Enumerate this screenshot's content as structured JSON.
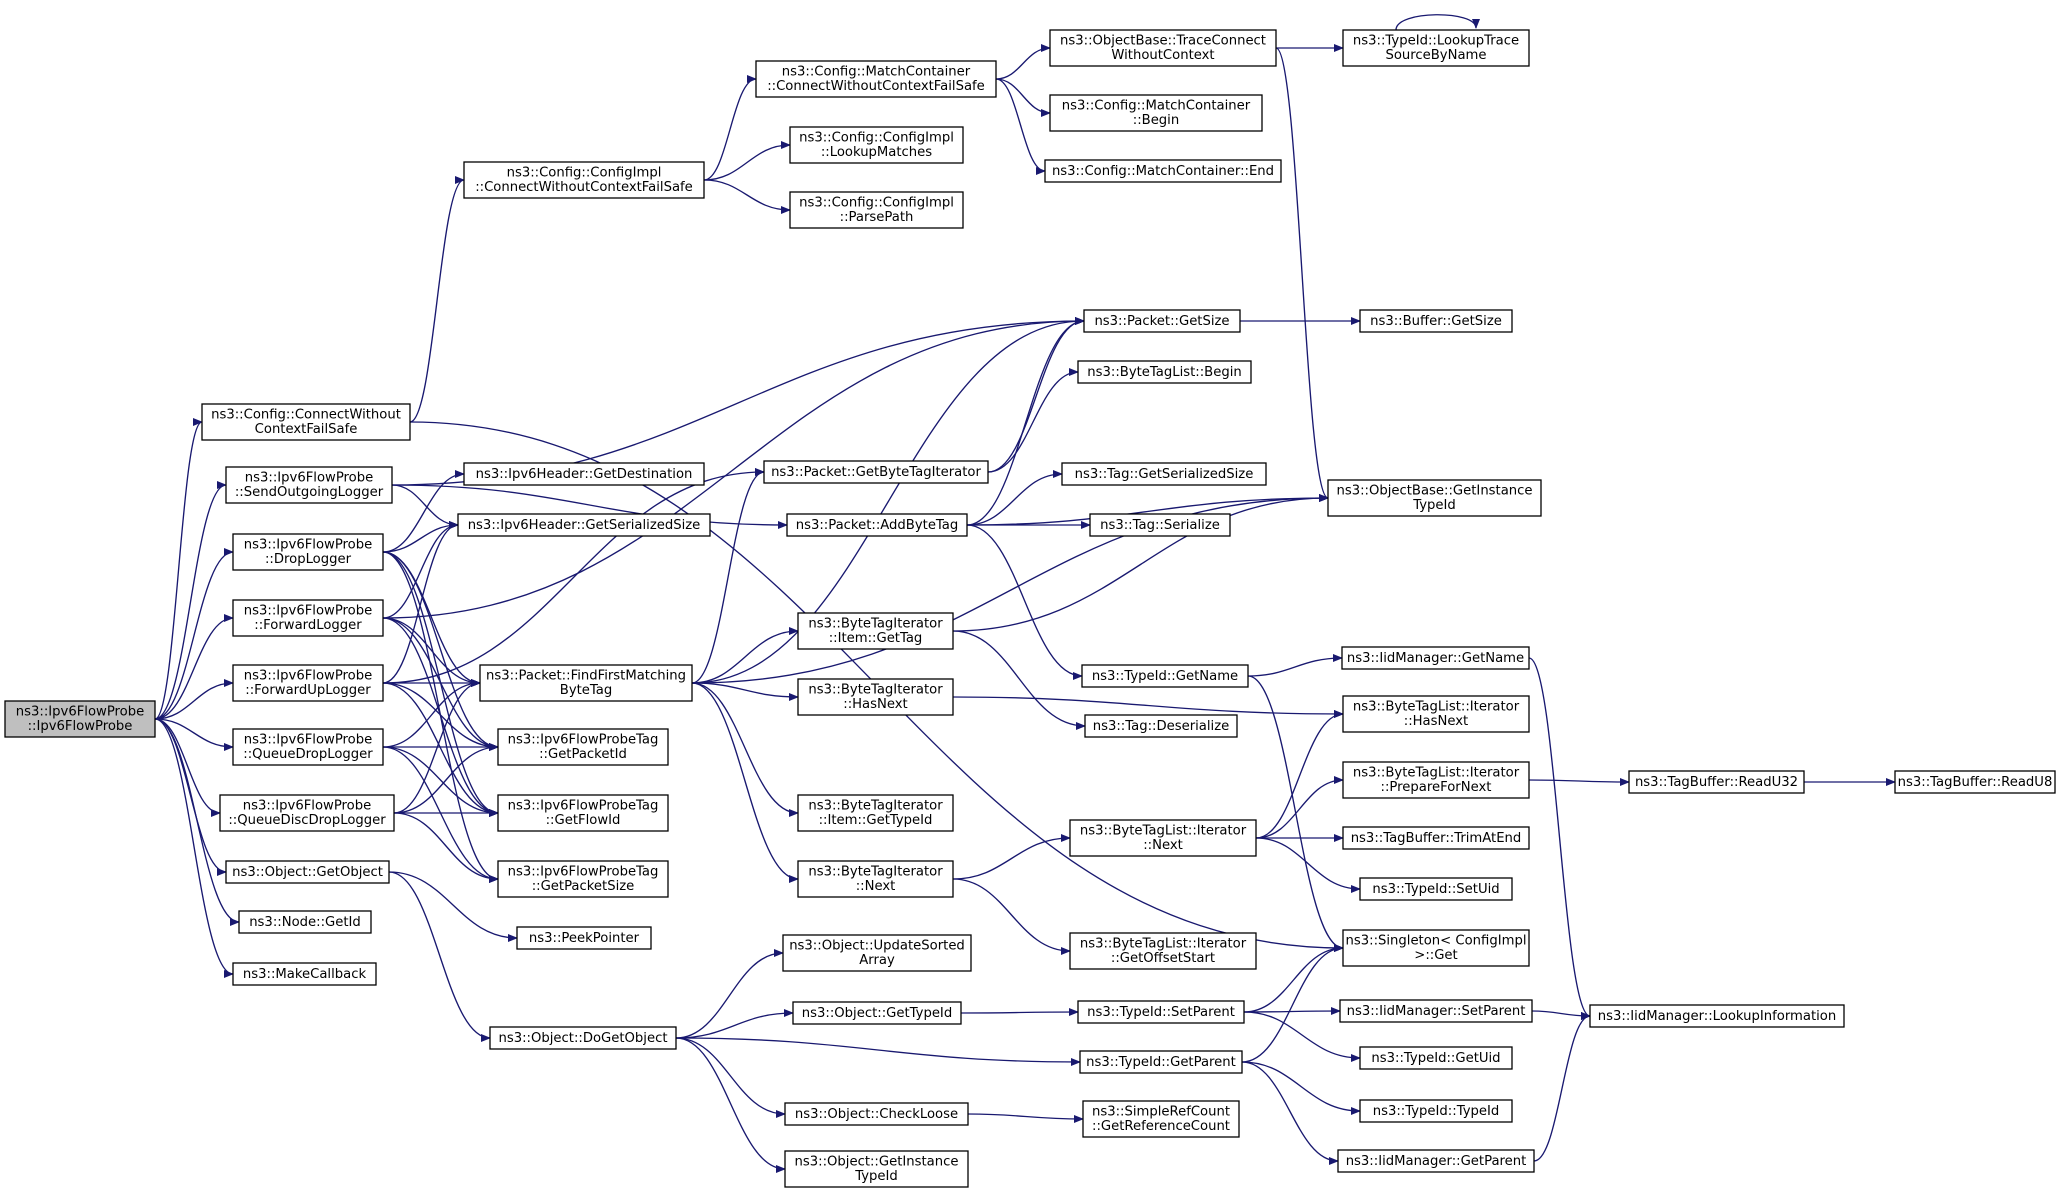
{
  "graph": {
    "nodes": [
      {
        "id": "root",
        "lines": [
          "ns3::Ipv6FlowProbe",
          "::Ipv6FlowProbe"
        ]
      },
      {
        "id": "cwcfs",
        "lines": [
          "ns3::Config::ConnectWithout",
          "ContextFailSafe"
        ]
      },
      {
        "id": "sol",
        "lines": [
          "ns3::Ipv6FlowProbe",
          "::SendOutgoingLogger"
        ]
      },
      {
        "id": "drop",
        "lines": [
          "ns3::Ipv6FlowProbe",
          "::DropLogger"
        ]
      },
      {
        "id": "fwd",
        "lines": [
          "ns3::Ipv6FlowProbe",
          "::ForwardLogger"
        ]
      },
      {
        "id": "fwdup",
        "lines": [
          "ns3::Ipv6FlowProbe",
          "::ForwardUpLogger"
        ]
      },
      {
        "id": "qdrop",
        "lines": [
          "ns3::Ipv6FlowProbe",
          "::QueueDropLogger"
        ]
      },
      {
        "id": "qddrop",
        "lines": [
          "ns3::Ipv6FlowProbe",
          "::QueueDiscDropLogger"
        ]
      },
      {
        "id": "getobj",
        "lines": [
          "ns3::Object::GetObject"
        ]
      },
      {
        "id": "nodegetid",
        "lines": [
          "ns3::Node::GetId"
        ]
      },
      {
        "id": "makecb",
        "lines": [
          "ns3::MakeCallback"
        ]
      },
      {
        "id": "cicwcfs",
        "lines": [
          "ns3::Config::ConfigImpl",
          "::ConnectWithoutContextFailSafe"
        ]
      },
      {
        "id": "mccwcfs",
        "lines": [
          "ns3::Config::MatchContainer",
          "::ConnectWithoutContextFailSafe"
        ]
      },
      {
        "id": "lookupm",
        "lines": [
          "ns3::Config::ConfigImpl",
          "::LookupMatches"
        ]
      },
      {
        "id": "parsepath",
        "lines": [
          "ns3::Config::ConfigImpl",
          "::ParsePath"
        ]
      },
      {
        "id": "tcwc",
        "lines": [
          "ns3::ObjectBase::TraceConnect",
          "WithoutContext"
        ]
      },
      {
        "id": "mcbegin",
        "lines": [
          "ns3::Config::MatchContainer",
          "::Begin"
        ]
      },
      {
        "id": "mcend",
        "lines": [
          "ns3::Config::MatchContainer::End"
        ]
      },
      {
        "id": "lookupts",
        "lines": [
          "ns3::TypeId::LookupTrace",
          "SourceByName"
        ]
      },
      {
        "id": "pgetsize",
        "lines": [
          "ns3::Packet::GetSize"
        ]
      },
      {
        "id": "bgetsize",
        "lines": [
          "ns3::Buffer::GetSize"
        ]
      },
      {
        "id": "btlbegin",
        "lines": [
          "ns3::ByteTagList::Begin"
        ]
      },
      {
        "id": "ipv6dest",
        "lines": [
          "ns3::Ipv6Header::GetDestination"
        ]
      },
      {
        "id": "ipv6ser",
        "lines": [
          "ns3::Ipv6Header::GetSerializedSize"
        ]
      },
      {
        "id": "pgbti",
        "lines": [
          "ns3::Packet::GetByteTagIterator"
        ]
      },
      {
        "id": "paddbt",
        "lines": [
          "ns3::Packet::AddByteTag"
        ]
      },
      {
        "id": "taggss",
        "lines": [
          "ns3::Tag::GetSerializedSize"
        ]
      },
      {
        "id": "tagser",
        "lines": [
          "ns3::Tag::Serialize"
        ]
      },
      {
        "id": "obgit",
        "lines": [
          "ns3::ObjectBase::GetInstance",
          "TypeId"
        ]
      },
      {
        "id": "pffmbt",
        "lines": [
          "ns3::Packet::FindFirstMatching",
          "ByteTag"
        ]
      },
      {
        "id": "btiigt",
        "lines": [
          "ns3::ByteTagIterator",
          "::Item::GetTag"
        ]
      },
      {
        "id": "btihn",
        "lines": [
          "ns3::ByteTagIterator",
          "::HasNext"
        ]
      },
      {
        "id": "tidgetname",
        "lines": [
          "ns3::TypeId::GetName"
        ]
      },
      {
        "id": "imgetname",
        "lines": [
          "ns3::IidManager::GetName"
        ]
      },
      {
        "id": "tagdeser",
        "lines": [
          "ns3::Tag::Deserialize"
        ]
      },
      {
        "id": "fptpid",
        "lines": [
          "ns3::Ipv6FlowProbeTag",
          "::GetPacketId"
        ]
      },
      {
        "id": "fptfid",
        "lines": [
          "ns3::Ipv6FlowProbeTag",
          "::GetFlowId"
        ]
      },
      {
        "id": "fptps",
        "lines": [
          "ns3::Ipv6FlowProbeTag",
          "::GetPacketSize"
        ]
      },
      {
        "id": "peekptr",
        "lines": [
          "ns3::PeekPointer"
        ]
      },
      {
        "id": "btlihn",
        "lines": [
          "ns3::ByteTagList::Iterator",
          "::HasNext"
        ]
      },
      {
        "id": "btlipfn",
        "lines": [
          "ns3::ByteTagList::Iterator",
          "::PrepareForNext"
        ]
      },
      {
        "id": "tbru32",
        "lines": [
          "ns3::TagBuffer::ReadU32"
        ]
      },
      {
        "id": "tbru8",
        "lines": [
          "ns3::TagBuffer::ReadU8"
        ]
      },
      {
        "id": "btiigtid",
        "lines": [
          "ns3::ByteTagIterator",
          "::Item::GetTypeId"
        ]
      },
      {
        "id": "btinext",
        "lines": [
          "ns3::ByteTagIterator",
          "::Next"
        ]
      },
      {
        "id": "btlinext",
        "lines": [
          "ns3::ByteTagList::Iterator",
          "::Next"
        ]
      },
      {
        "id": "tbtae",
        "lines": [
          "ns3::TagBuffer::TrimAtEnd"
        ]
      },
      {
        "id": "tidsetuid",
        "lines": [
          "ns3::TypeId::SetUid"
        ]
      },
      {
        "id": "btligos",
        "lines": [
          "ns3::ByteTagList::Iterator",
          "::GetOffsetStart"
        ]
      },
      {
        "id": "singget",
        "lines": [
          "ns3::Singleton< ConfigImpl",
          ">::Get"
        ]
      },
      {
        "id": "ousa",
        "lines": [
          "ns3::Object::UpdateSorted",
          "Array"
        ]
      },
      {
        "id": "ogettid",
        "lines": [
          "ns3::Object::GetTypeId"
        ]
      },
      {
        "id": "tidsetp",
        "lines": [
          "ns3::TypeId::SetParent"
        ]
      },
      {
        "id": "imsetp",
        "lines": [
          "ns3::IidManager::SetParent"
        ]
      },
      {
        "id": "imlookup",
        "lines": [
          "ns3::IidManager::LookupInformation"
        ]
      },
      {
        "id": "odgo",
        "lines": [
          "ns3::Object::DoGetObject"
        ]
      },
      {
        "id": "tidgetp",
        "lines": [
          "ns3::TypeId::GetParent"
        ]
      },
      {
        "id": "tidgetuid",
        "lines": [
          "ns3::TypeId::GetUid"
        ]
      },
      {
        "id": "ocl",
        "lines": [
          "ns3::Object::CheckLoose"
        ]
      },
      {
        "id": "srcgrc",
        "lines": [
          "ns3::SimpleRefCount",
          "::GetReferenceCount"
        ]
      },
      {
        "id": "tidtid",
        "lines": [
          "ns3::TypeId::TypeId"
        ]
      },
      {
        "id": "imgetp",
        "lines": [
          "ns3::IidManager::GetParent"
        ]
      },
      {
        "id": "ogit",
        "lines": [
          "ns3::Object::GetInstance",
          "TypeId"
        ]
      }
    ],
    "edges": [
      [
        "root",
        "cwcfs"
      ],
      [
        "root",
        "sol"
      ],
      [
        "root",
        "drop"
      ],
      [
        "root",
        "fwd"
      ],
      [
        "root",
        "fwdup"
      ],
      [
        "root",
        "qdrop"
      ],
      [
        "root",
        "qddrop"
      ],
      [
        "root",
        "getobj"
      ],
      [
        "root",
        "nodegetid"
      ],
      [
        "root",
        "makecb"
      ],
      [
        "cwcfs",
        "cicwcfs"
      ],
      [
        "cwcfs",
        "singget"
      ],
      [
        "cicwcfs",
        "mccwcfs"
      ],
      [
        "cicwcfs",
        "lookupm"
      ],
      [
        "cicwcfs",
        "parsepath"
      ],
      [
        "mccwcfs",
        "tcwc"
      ],
      [
        "mccwcfs",
        "mcbegin"
      ],
      [
        "mccwcfs",
        "mcend"
      ],
      [
        "tcwc",
        "lookupts"
      ],
      [
        "tcwc",
        "obgit"
      ],
      [
        "lookupts",
        "lookupts"
      ],
      [
        "sol",
        "pgetsize"
      ],
      [
        "sol",
        "ipv6ser"
      ],
      [
        "sol",
        "paddbt"
      ],
      [
        "drop",
        "ipv6dest"
      ],
      [
        "drop",
        "ipv6ser"
      ],
      [
        "drop",
        "pffmbt"
      ],
      [
        "drop",
        "fptpid"
      ],
      [
        "drop",
        "fptfid"
      ],
      [
        "drop",
        "fptps"
      ],
      [
        "fwd",
        "pgetsize"
      ],
      [
        "fwd",
        "ipv6ser"
      ],
      [
        "fwd",
        "pffmbt"
      ],
      [
        "fwd",
        "fptpid"
      ],
      [
        "fwd",
        "fptfid"
      ],
      [
        "fwdup",
        "pgbti"
      ],
      [
        "fwdup",
        "ipv6ser"
      ],
      [
        "fwdup",
        "pffmbt"
      ],
      [
        "fwdup",
        "fptpid"
      ],
      [
        "fwdup",
        "fptfid"
      ],
      [
        "qdrop",
        "pffmbt"
      ],
      [
        "qdrop",
        "fptpid"
      ],
      [
        "qdrop",
        "fptfid"
      ],
      [
        "qdrop",
        "fptps"
      ],
      [
        "qddrop",
        "pffmbt"
      ],
      [
        "qddrop",
        "fptpid"
      ],
      [
        "qddrop",
        "fptfid"
      ],
      [
        "qddrop",
        "fptps"
      ],
      [
        "getobj",
        "peekptr"
      ],
      [
        "getobj",
        "odgo"
      ],
      [
        "pgetsize",
        "bgetsize"
      ],
      [
        "pgbti",
        "btlbegin"
      ],
      [
        "pgbti",
        "pgetsize"
      ],
      [
        "paddbt",
        "pgetsize"
      ],
      [
        "paddbt",
        "taggss"
      ],
      [
        "paddbt",
        "tagser"
      ],
      [
        "paddbt",
        "obgit"
      ],
      [
        "paddbt",
        "tidgetname"
      ],
      [
        "pffmbt",
        "pgbti"
      ],
      [
        "pffmbt",
        "btiigt"
      ],
      [
        "pffmbt",
        "btihn"
      ],
      [
        "pffmbt",
        "btiigtid"
      ],
      [
        "pffmbt",
        "btinext"
      ],
      [
        "pffmbt",
        "obgit"
      ],
      [
        "pffmbt",
        "pgetsize"
      ],
      [
        "btiigt",
        "obgit"
      ],
      [
        "btiigt",
        "tagdeser"
      ],
      [
        "btihn",
        "btlihn"
      ],
      [
        "tidgetname",
        "imgetname"
      ],
      [
        "tidgetname",
        "singget"
      ],
      [
        "imgetname",
        "imlookup"
      ],
      [
        "btinext",
        "btlinext"
      ],
      [
        "btinext",
        "btligos"
      ],
      [
        "btlinext",
        "btlihn"
      ],
      [
        "btlinext",
        "btlipfn"
      ],
      [
        "btlinext",
        "tbtae"
      ],
      [
        "btlinext",
        "tidsetuid"
      ],
      [
        "btlipfn",
        "tbru32"
      ],
      [
        "tbru32",
        "tbru8"
      ],
      [
        "odgo",
        "ousa"
      ],
      [
        "odgo",
        "ogettid"
      ],
      [
        "odgo",
        "tidgetp"
      ],
      [
        "odgo",
        "ocl"
      ],
      [
        "odgo",
        "ogit"
      ],
      [
        "ogettid",
        "tidsetp"
      ],
      [
        "tidsetp",
        "singget"
      ],
      [
        "tidsetp",
        "imsetp"
      ],
      [
        "tidsetp",
        "tidgetuid"
      ],
      [
        "imsetp",
        "imlookup"
      ],
      [
        "tidgetp",
        "singget"
      ],
      [
        "tidgetp",
        "tidtid"
      ],
      [
        "tidgetp",
        "imgetp"
      ],
      [
        "imgetp",
        "imlookup"
      ],
      [
        "ocl",
        "srcgrc"
      ]
    ]
  },
  "colors": {
    "edge": "#191970",
    "root_fill": "#bfbfbf",
    "node_fill": "#ffffff",
    "node_border": "#000000"
  }
}
